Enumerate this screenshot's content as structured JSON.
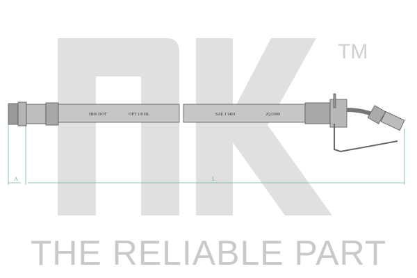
{
  "watermark": {
    "logo": "nK",
    "trademark": "TM",
    "tagline": "THE RELIABLE PART"
  },
  "hose": {
    "markings": [
      "HBS DOT",
      "OPT 1/8 HL",
      "SAE J 1401",
      "2Q/2009"
    ]
  },
  "dimensions": {
    "a_label": "A",
    "l_label": "L"
  },
  "colors": {
    "watermark": "#dedede",
    "dimension_line": "#5fb3a8",
    "hose": "#c8c8c8"
  }
}
